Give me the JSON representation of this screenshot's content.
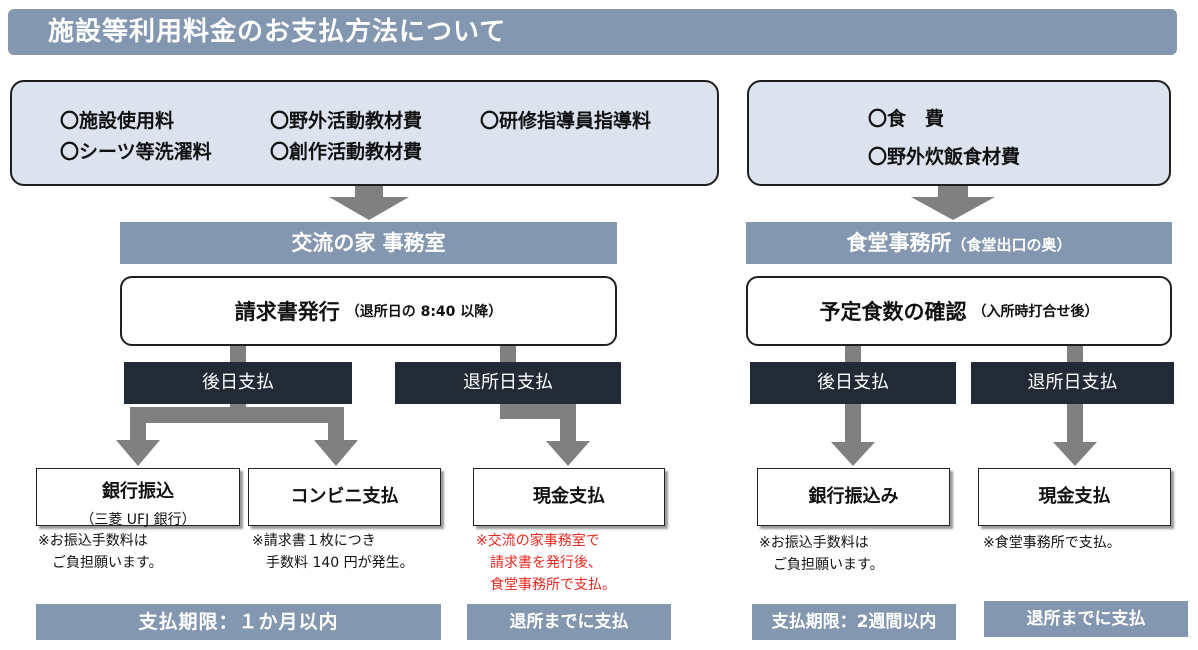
{
  "title": "施設等利用料金のお支払方法について",
  "left": {
    "fees": [
      "〇施設使用料",
      "〇野外活動教材費",
      "〇研修指導員指導料",
      "〇シーツ等洗濯料",
      "〇創作活動教材費"
    ],
    "office": "交流の家 事務室",
    "process": {
      "main": "請求書発行",
      "sub": "（退所日の 8:40 以降）"
    },
    "branches": [
      "後日支払",
      "退所日支払"
    ],
    "methods": [
      {
        "title": "銀行振込",
        "sub": "（三菱 UFJ 銀行）",
        "note": "※お振込手数料は\n　ご負担願います。"
      },
      {
        "title": "コンビニ支払",
        "note": "※請求書１枚につき\n　手数料 140 円が発生。"
      },
      {
        "title": "現金支払",
        "note": "※交流の家事務室で\n　請求書を発行後、\n　食堂事務所で支払。"
      }
    ],
    "deadlines": [
      "支払期限：１か月以内",
      "退所までに支払"
    ]
  },
  "right": {
    "fees": [
      "〇食　費",
      "〇野外炊飯食材費"
    ],
    "office_main": "食堂事務所",
    "office_sub": "（食堂出口の奥）",
    "process": {
      "main": "予定食数の確認",
      "sub": "（入所時打合せ後）"
    },
    "branches": [
      "後日支払",
      "退所日支払"
    ],
    "methods": [
      {
        "title": "銀行振込み",
        "note": "※お振込手数料は\n　ご負担願います。"
      },
      {
        "title": "現金支払",
        "note": "※食堂事務所で支払。"
      }
    ],
    "deadlines": [
      "支払期限：2週間以内",
      "退所までに支払"
    ]
  },
  "colors": {
    "header": "#8497b0",
    "fee_box": "#dce3ee",
    "dark_label": "#222a35",
    "arrow": "#808080",
    "red_note": "#e8281e"
  }
}
